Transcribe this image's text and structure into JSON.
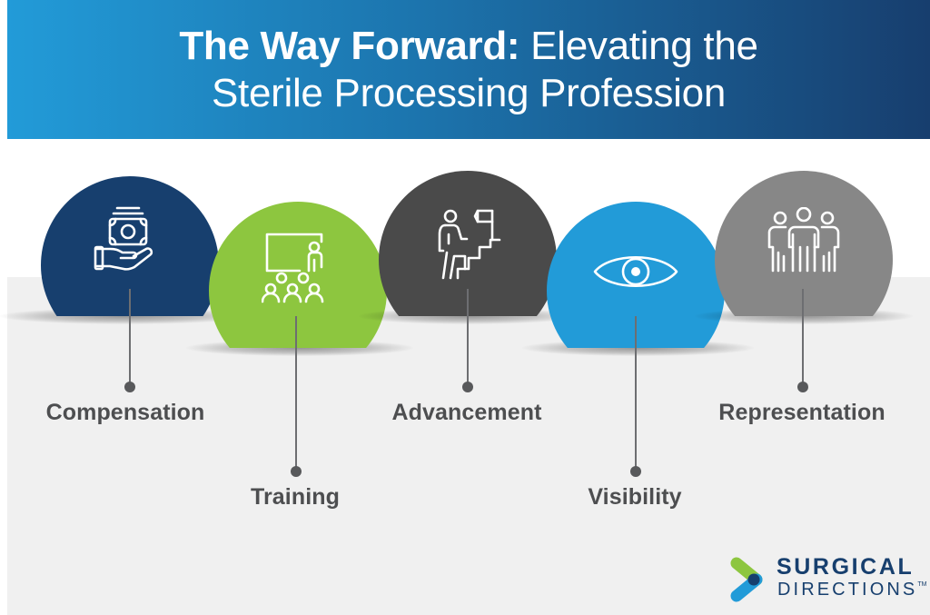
{
  "header": {
    "title_line1_bold": "The Way Forward:",
    "title_line1_regular": " Elevating the",
    "title_line2": "Sterile Processing Profession",
    "gradient_start": "#229BD8",
    "gradient_end": "#173E6E"
  },
  "pillars": [
    {
      "label": "Compensation",
      "icon": "money-in-hand-icon",
      "color": "#173F6E"
    },
    {
      "label": "Training",
      "icon": "classroom-teacher-icon",
      "color": "#8DC63F"
    },
    {
      "label": "Advancement",
      "icon": "person-climbing-stairs-flag-icon",
      "color": "#4A4A4A"
    },
    {
      "label": "Visibility",
      "icon": "eye-icon",
      "color": "#229BD8"
    },
    {
      "label": "Representation",
      "icon": "group-of-people-icon",
      "color": "#878787"
    }
  ],
  "logo": {
    "line1": "SURGICAL",
    "line2": "DIRECTIONS",
    "trademark": "TM",
    "colors": {
      "green": "#8DC63F",
      "blue": "#229BD8",
      "navy": "#173F6E"
    }
  }
}
